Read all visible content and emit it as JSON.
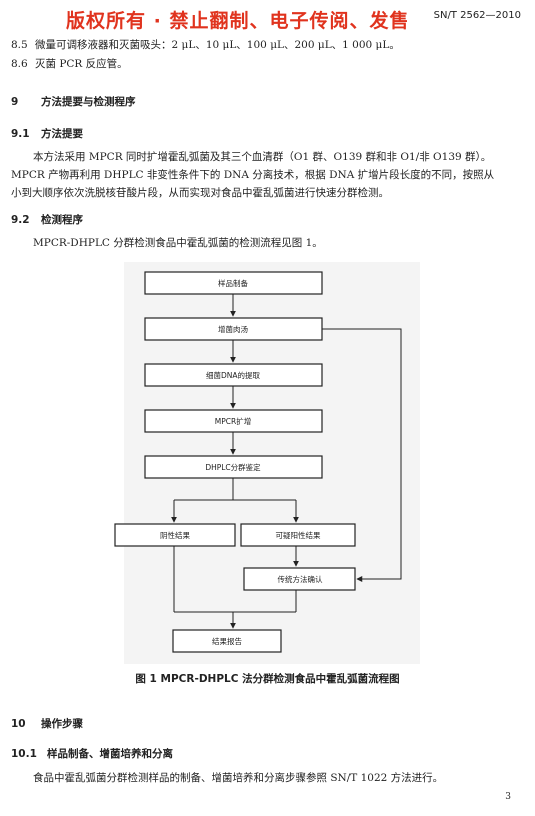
{
  "watermark": "版权所有 ·   禁止翻制、电子传阅、发售",
  "standard_no": "SN/T 2562—2010",
  "items": [
    {
      "num": "8.5",
      "text": "微量可调移液器和灭菌吸头：2 μL、10 μL、100 μL、200 μL、1 000 μL。"
    },
    {
      "num": "8.6",
      "text": "灭菌 PCR 反应管。"
    }
  ],
  "section9": {
    "num": "9",
    "title": "方法提要与检测程序"
  },
  "section91": {
    "num": "9.1",
    "title": "方法提要",
    "line1": "本方法采用 MPCR 同时扩增霍乱弧菌及其三个血清群（O1 群、O139 群和非 O1/非 O139 群）。",
    "line2": "MPCR 产物再利用 DHPLC 非变性条件下的 DNA 分离技术，根据 DNA 扩增片段长度的不同，按照从",
    "line3": "小到大顺序依次洗脱核苷酸片段，从而实现对食品中霍乱弧菌进行快速分群检测。"
  },
  "section92": {
    "num": "9.2",
    "title": "检测程序",
    "text": "MPCR-DHPLC 分群检测食品中霍乱弧菌的检测流程见图 1。"
  },
  "flowchart": {
    "sample": "样品制备",
    "enrich": "增菌肉汤",
    "dna": "细菌DNA的提取",
    "mpcr": "MPCR扩增",
    "dhplc": "DHPLC分群鉴定",
    "negative": "阴性结果",
    "suspect": "可疑阳性结果",
    "traditional": "传统方法确认",
    "report": "结果报告"
  },
  "figure_caption": "图 1   MPCR-DHPLC 法分群检测食品中霍乱弧菌流程图",
  "section10": {
    "num": "10",
    "title": "操作步骤"
  },
  "section101": {
    "num": "10.1",
    "title": "样品制备、增菌培养和分离",
    "text": "食品中霍乱弧菌分群检测样品的制备、增菌培养和分离步骤参照 SN/T 1022 方法进行。"
  },
  "page_number": "3"
}
